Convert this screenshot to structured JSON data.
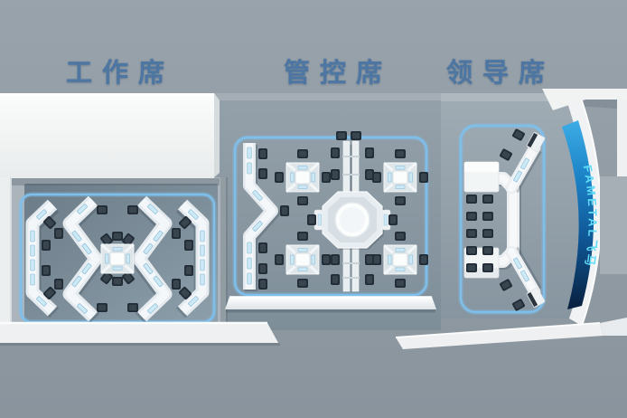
{
  "scene": {
    "zones": [
      {
        "id": "work",
        "label": "工作席"
      },
      {
        "id": "control",
        "label": "管控席"
      },
      {
        "id": "leader",
        "label": "领导席"
      }
    ],
    "banner": {
      "text": "FAMETAL飞马"
    },
    "colors": {
      "background": "#929ca5",
      "zone_label": "#4d77a2",
      "zone_outline": "#7fbfec",
      "floor_dark_panel": "#75858f",
      "wall_white": "#f0f2f3",
      "desk_white": "#e9eef1",
      "chair_dark": "#222c36",
      "screen_cyan": "#cde9f6",
      "banner_text": "#5fdcf8",
      "banner_gradient_top": "#3dade6",
      "banner_gradient_bottom": "#081d3a"
    }
  }
}
